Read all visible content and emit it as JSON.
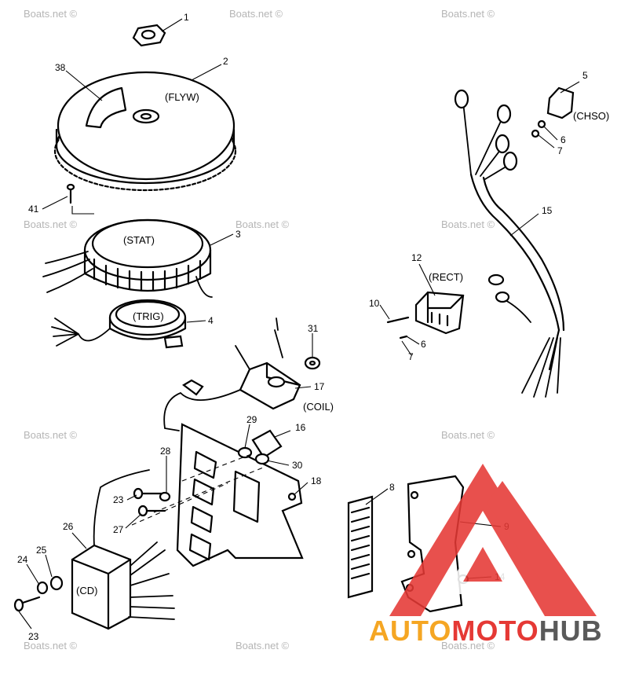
{
  "watermark": "Boats.net ©",
  "logo": {
    "part1": "AUTO",
    "part2": "MOTO",
    "part3": "HUB",
    "color_orange": "#f5a623",
    "color_red": "#e53935",
    "color_gray": "#5a5a5a"
  },
  "components": {
    "flywheel": "(FLYW)",
    "stator": "(STAT)",
    "trigger": "(TRIG)",
    "coil": "(COIL)",
    "rectifier": "(RECT)",
    "choke_solenoid": "(CHSO)",
    "cd_module": "(CD)"
  },
  "callouts": [
    "1",
    "2",
    "38",
    "41",
    "3",
    "4",
    "5",
    "6",
    "7",
    "15",
    "12",
    "10",
    "6",
    "7",
    "31",
    "17",
    "16",
    "29",
    "28",
    "30",
    "18",
    "23",
    "27",
    "26",
    "25",
    "24",
    "23",
    "8",
    "9",
    "14"
  ]
}
